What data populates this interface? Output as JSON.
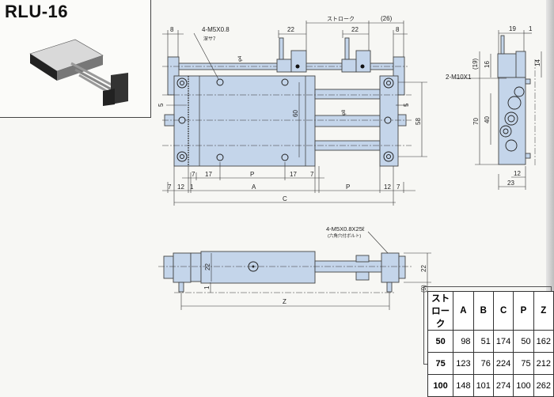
{
  "title": "RLU-16",
  "colors": {
    "body_fill": "#c4d5ea",
    "line": "#333333"
  },
  "top_view": {
    "callout_tap": "4-M5X0.8",
    "callout_tap_sub": "深サ7",
    "dims_top": [
      "8",
      "22",
      "ストローク",
      "22",
      "(26)",
      "8"
    ],
    "phi4": "φ4",
    "phi8": "φ8",
    "dim_60": "60",
    "dim_58": "58",
    "dim_5_left": "5",
    "dim_5_right": "5",
    "row1": [
      "7",
      "17",
      "P",
      "17",
      "7"
    ],
    "row2": [
      "7",
      "12",
      "1",
      "A",
      "P",
      "12",
      "7"
    ],
    "row3": "C"
  },
  "side_view": {
    "dim_19": "19",
    "dim_1": "1",
    "dim_19p": "(19)",
    "dim_16": "16",
    "dim_14": "14",
    "port": "2-M10X1",
    "dim_70": "70",
    "dim_40": "40",
    "dim_12": "12",
    "dim_23": "23"
  },
  "front_view": {
    "callout_bolt": "4-M5X0.8X25ℓ",
    "callout_bolt_sub": "(六角穴付ボルト)",
    "dim_22_left": "22",
    "dim_1": "1",
    "dim_22_right": "22",
    "dim_9": "(9)",
    "dim_z": "Z"
  },
  "table": {
    "headers": [
      "ストローク",
      "A",
      "B",
      "C",
      "P",
      "Z"
    ],
    "rows": [
      [
        "50",
        "98",
        "51",
        "174",
        "50",
        "162"
      ],
      [
        "75",
        "123",
        "76",
        "224",
        "75",
        "212"
      ],
      [
        "100",
        "148",
        "101",
        "274",
        "100",
        "262"
      ]
    ]
  }
}
